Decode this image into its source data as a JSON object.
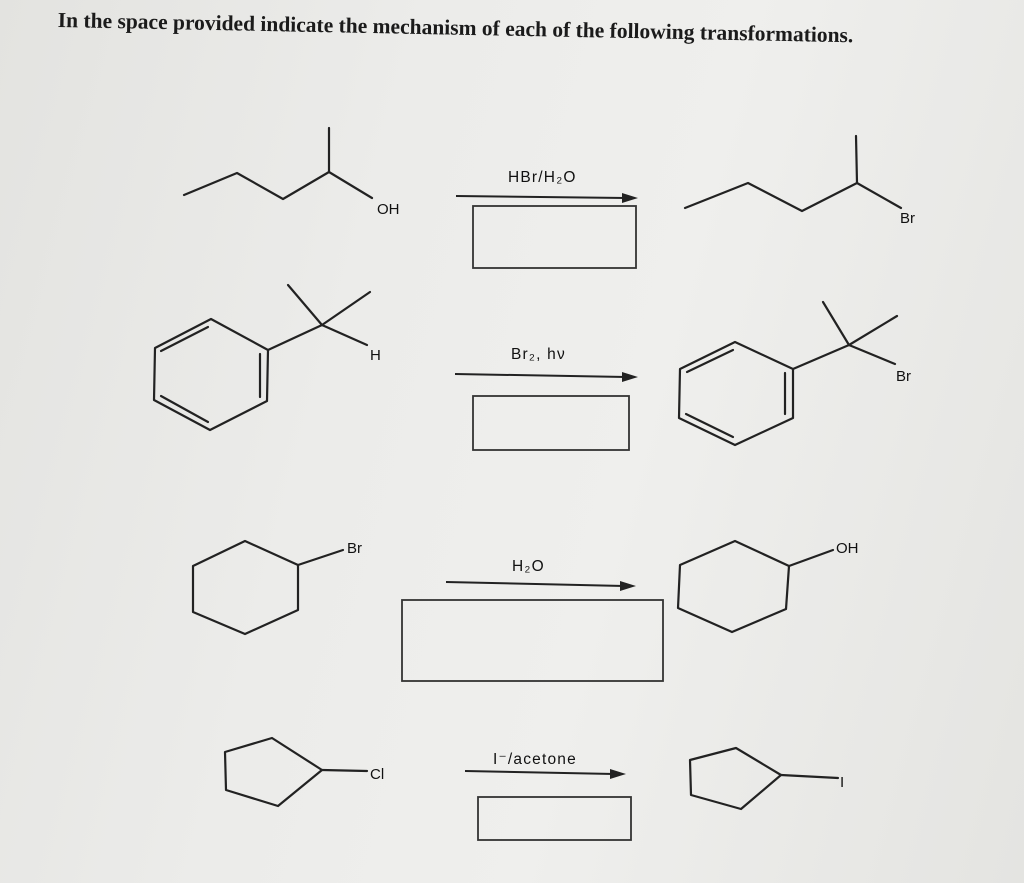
{
  "title": "In the space provided indicate the mechanism of each of the following transformations.",
  "reactions": [
    {
      "reagent": "HBr/H₂O",
      "reactant_label": "OH",
      "product_label": "Br"
    },
    {
      "reagent": "Br₂, hν",
      "reactant_label": "H",
      "product_label": "Br"
    },
    {
      "reagent": "H₂O",
      "reactant_label": "Br",
      "product_label": "OH"
    },
    {
      "reagent": "I⁻/acetone",
      "reactant_label": "Cl",
      "product_label": "I"
    }
  ]
}
